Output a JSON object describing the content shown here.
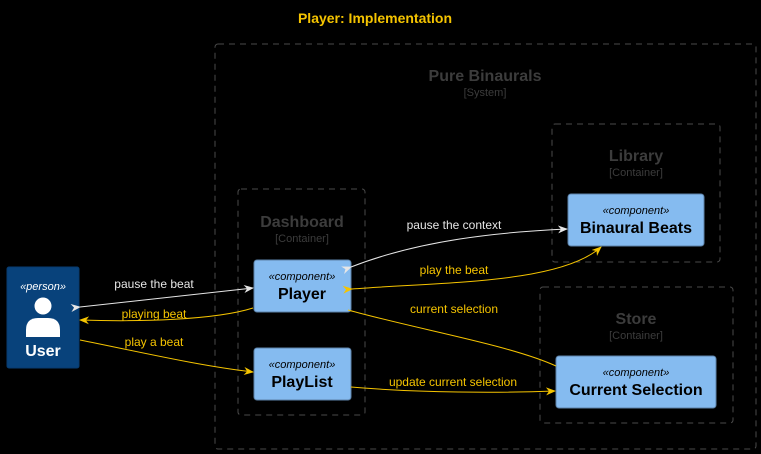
{
  "title": "Player: Implementation",
  "colors": {
    "accent": "#f5c400",
    "component_fill": "#85bbf0",
    "person_fill": "#08427b",
    "boundary_stroke": "#4a4a4a",
    "edge_white": "#e6e6e6",
    "edge_yellow": "#f5c400",
    "background": "#000000"
  },
  "boundaries": {
    "system": {
      "name": "Pure Binaurals",
      "type": "[System]"
    },
    "dashboard": {
      "name": "Dashboard",
      "type": "[Container]"
    },
    "library": {
      "name": "Library",
      "type": "[Container]"
    },
    "store": {
      "name": "Store",
      "type": "[Container]"
    }
  },
  "person": {
    "stereotype": "«person»",
    "name": "User",
    "icon": "person-icon"
  },
  "components": {
    "player": {
      "stereotype": "«component»",
      "name": "Player"
    },
    "playlist": {
      "stereotype": "«component»",
      "name": "PlayList"
    },
    "binaural_beats": {
      "stereotype": "«component»",
      "name": "Binaural Beats"
    },
    "current_selection": {
      "stereotype": "«component»",
      "name": "Current Selection"
    }
  },
  "relationships": {
    "pause_the_beat": "pause the beat",
    "playing_beat": "playing beat",
    "play_a_beat": "play a beat",
    "pause_the_context": "pause the context",
    "play_the_beat": "play the beat",
    "current_selection": "current selection",
    "update_current_selection": "update current selection"
  }
}
